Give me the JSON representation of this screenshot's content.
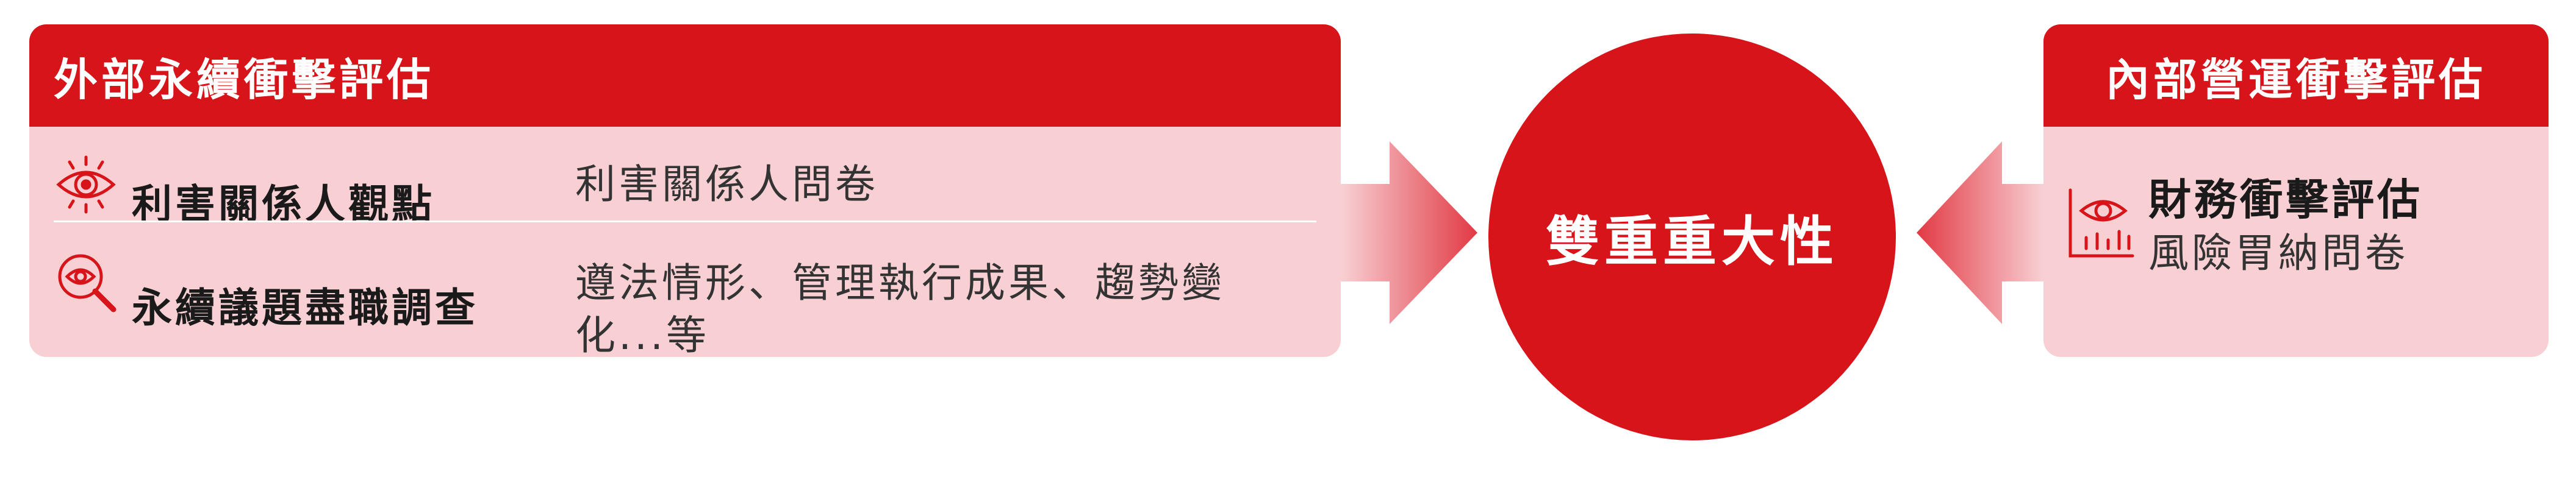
{
  "colors": {
    "primary_red": "#d7141a",
    "panel_pink": "#f8d0d4",
    "text_dark": "#1a1a1a",
    "text_gray": "#333333"
  },
  "external": {
    "title": "外部永續衝擊評估",
    "rows": [
      {
        "icon": "eye-icon",
        "label": "利害關係人觀點",
        "desc": "利害關係人問卷"
      },
      {
        "icon": "search-eye-icon",
        "label": "永續議題盡職調查",
        "desc": "遵法情形、管理執行成果、趨勢變化...等"
      }
    ]
  },
  "center": {
    "label": "雙重重大性"
  },
  "internal": {
    "title": "內部營運衝擊評估",
    "icon": "eye-chart-icon",
    "item_title": "財務衝擊評估",
    "item_sub": "風險胃納問卷"
  }
}
